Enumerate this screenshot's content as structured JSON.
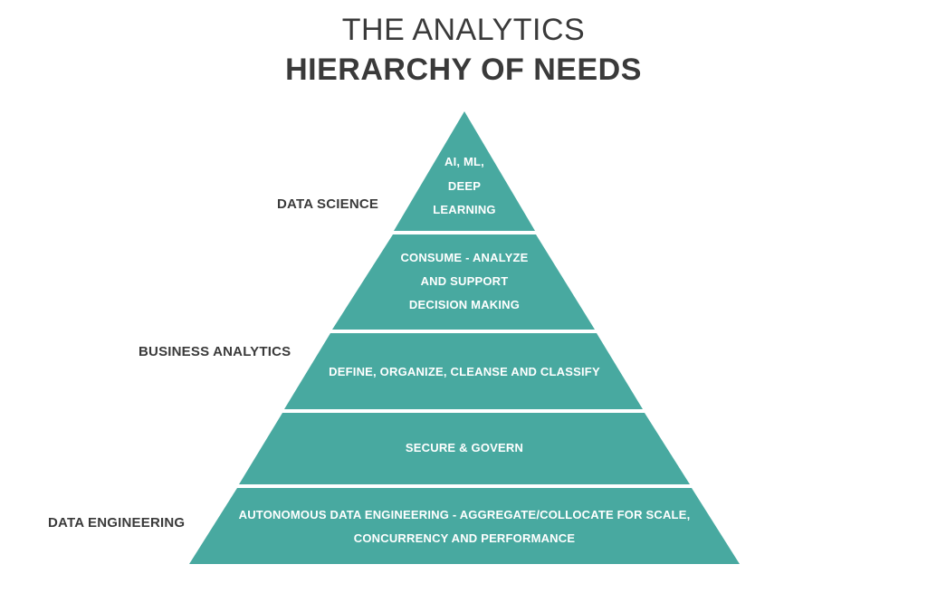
{
  "title": {
    "line1": "THE ANALYTICS",
    "line2": "HIERARCHY OF NEEDS"
  },
  "colors": {
    "tier_fill": "#48a9a0",
    "tier_text": "#ffffff",
    "heading_text": "#3a3a3a"
  },
  "categories": [
    {
      "label": "DATA SCIENCE"
    },
    {
      "label": "BUSINESS ANALYTICS"
    },
    {
      "label": "DATA ENGINEERING"
    }
  ],
  "tiers": [
    {
      "lines": [
        "AI, ML,",
        "DEEP",
        "LEARNING"
      ]
    },
    {
      "lines": [
        "CONSUME - ANALYZE",
        "AND SUPPORT",
        "DECISION MAKING"
      ]
    },
    {
      "lines": [
        "DEFINE, ORGANIZE, CLEANSE AND CLASSIFY"
      ]
    },
    {
      "lines": [
        "SECURE & GOVERN"
      ]
    },
    {
      "lines": [
        "AUTONOMOUS DATA ENGINEERING - AGGREGATE/COLLOCATE FOR SCALE,",
        "CONCURRENCY AND PERFORMANCE"
      ]
    }
  ]
}
